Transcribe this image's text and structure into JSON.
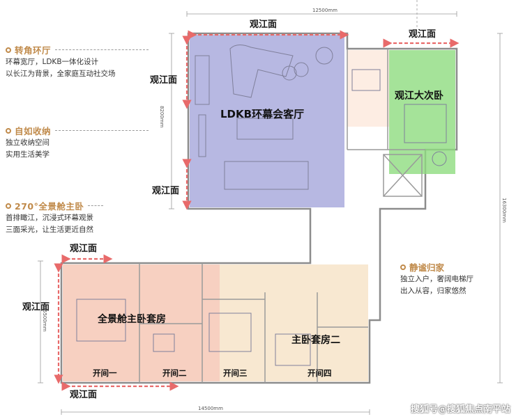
{
  "features": [
    {
      "title": "转角环厅",
      "lines": [
        "环幕宽厅，LDKB一体化设计",
        "以长江为背景，全家庭互动社交场"
      ]
    },
    {
      "title": "自如收纳",
      "lines": [
        "独立收纳空间",
        "实用生活美学"
      ]
    },
    {
      "title": "270°全景舱主卧",
      "lines": [
        "首排瞰江，沉浸式环幕观景",
        "三面采光，让生活更近自然"
      ]
    }
  ],
  "entrance_note": {
    "title": "静谧归家",
    "lines": [
      "独立入户，奢阔电梯厅",
      "出入从容，归家悠然"
    ]
  },
  "rooms": {
    "living": "LDKB环幕会客厅",
    "second_bedroom": "观江大次卧",
    "master_suite": "全景舱主卧套房",
    "suite_two": "主卧套房二"
  },
  "river_view_label": "观江面",
  "bays": [
    "开间一",
    "开间二",
    "开间三",
    "开间四"
  ],
  "dimensions": {
    "top_width": "12500mm",
    "bottom_width": "14500mm",
    "upper_depth": "8200mm",
    "lower_depth": "5500mm",
    "total_depth": "16300mm"
  },
  "colors": {
    "living_zone": "#9fa0d8",
    "bedroom_zone": "#8edc7f",
    "master_zone": "#f6c8b6",
    "suite_zone": "#f7e4c9",
    "view_arrow": "#e86a6a",
    "accent": "#c08a4a"
  },
  "watermark": "搜狐号@搜狐焦点南平站"
}
